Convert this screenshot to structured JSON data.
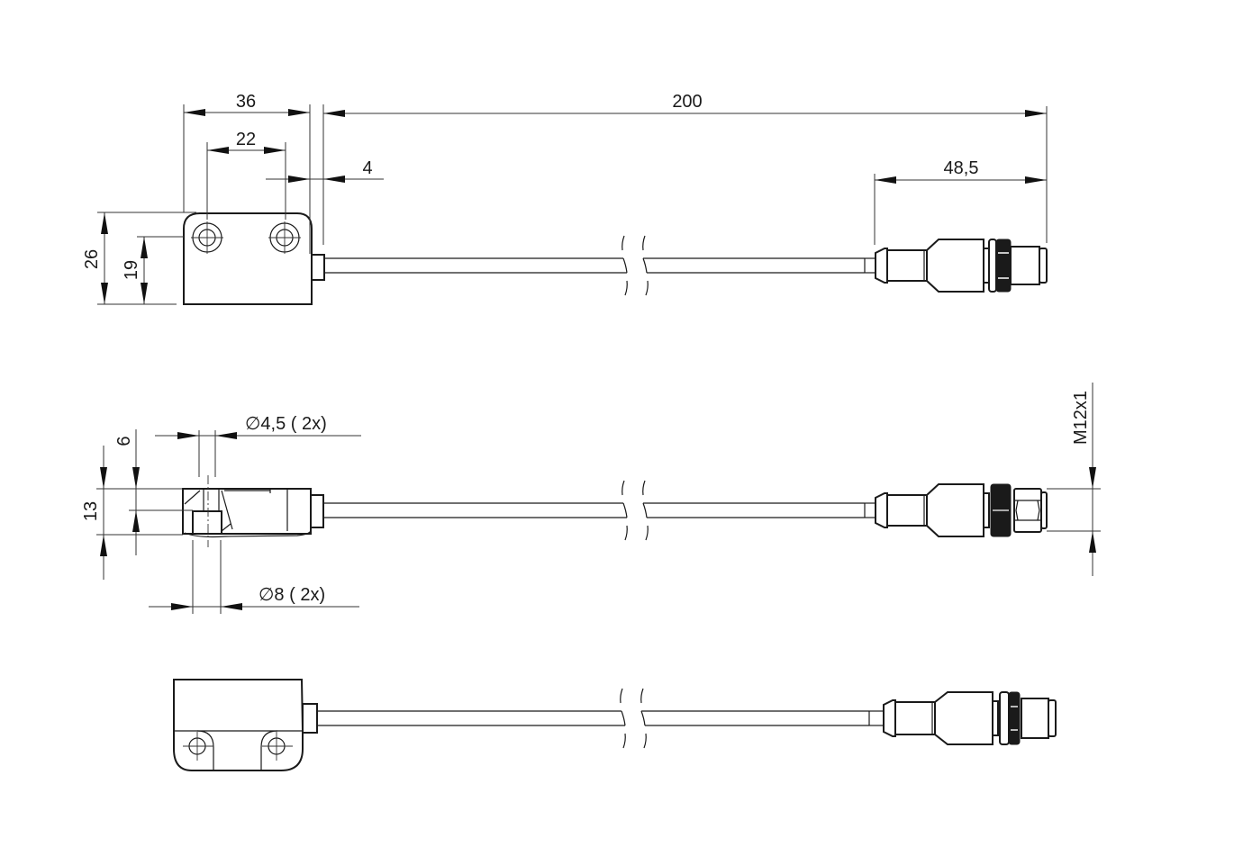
{
  "drawing": {
    "title": "Sensor with cable and M12 connector - dimensional drawing",
    "units": "mm",
    "views": [
      {
        "name": "front-view",
        "dimensions": {
          "width_overall": "36",
          "hole_spacing": "22",
          "cable_offset": "4",
          "total_length": "200",
          "connector_length": "48,5",
          "height_overall": "26",
          "hole_height": "19"
        }
      },
      {
        "name": "top-view",
        "dimensions": {
          "hole_diameter": "∅4,5 ( 2x)",
          "counterbore_diameter": "∅8 ( 2x)",
          "thickness": "13",
          "hole_depth": "6",
          "thread": "M12x1"
        }
      },
      {
        "name": "isometric-view"
      }
    ]
  },
  "labels": {
    "d36": "36",
    "d22": "22",
    "d4": "4",
    "d200": "200",
    "d48_5": "48,5",
    "d26": "26",
    "d19": "19",
    "d6": "6",
    "d13": "13",
    "phi45": "∅4,5 ( 2x)",
    "phi8": "∅8 ( 2x)",
    "m12": "M12x1"
  },
  "colors": {
    "line": "#1a1a1a",
    "background": "#ffffff"
  }
}
